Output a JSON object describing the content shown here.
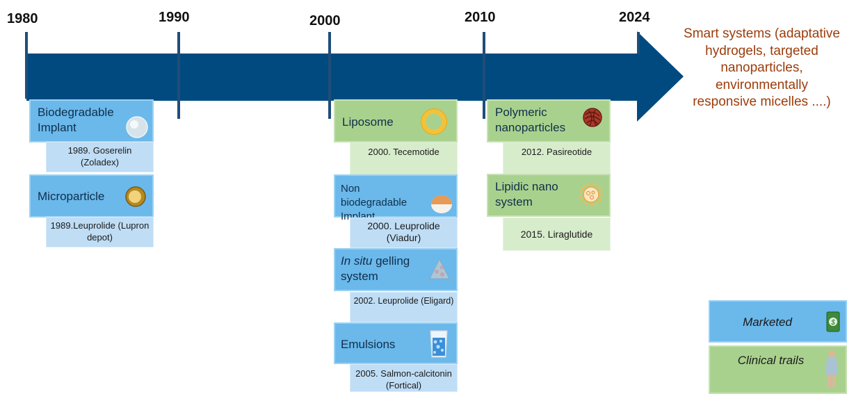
{
  "timeline": {
    "years": [
      "1980",
      "1990",
      "2000",
      "2010",
      "2024"
    ],
    "colors": {
      "arrow": "#004a80",
      "marketed": "#6bb8eb",
      "clinical": "#a9d18e"
    }
  },
  "items": [
    {
      "title": "Biodegradable Implant",
      "note": "1989. Goserelin (Zoladex)",
      "icon": "sphere-icon",
      "status": "marketed"
    },
    {
      "title": "Microparticle",
      "note": "1989.Leuprolide (Lupron depot)",
      "icon": "microparticle-icon",
      "status": "marketed"
    },
    {
      "title": "Liposome",
      "note": "2000. Tecemotide",
      "icon": "ring-icon",
      "status": "clinical"
    },
    {
      "title": "Non biodegradable Implant",
      "note": "2000. Leuprolide (Viadur)",
      "icon": "implant-icon",
      "status": "marketed"
    },
    {
      "title_italic": "In situ",
      "title_rest": " gelling system",
      "note": "2002.  Leuprolide (Eligard)",
      "icon": "gel-icon",
      "status": "marketed"
    },
    {
      "title": "Emulsions",
      "note": "2005. Salmon-calcitonin (Fortical)",
      "icon": "beaker-icon",
      "status": "marketed"
    },
    {
      "title": "Polymeric nanoparticles",
      "note": "2012. Pasireotide",
      "icon": "polymer-ball-icon",
      "status": "clinical"
    },
    {
      "title": "Lipidic nano system",
      "note": "2015. Liraglutide",
      "icon": "lipid-nanoparticle-icon",
      "status": "clinical"
    }
  ],
  "future": "Smart systems (adaptative hydrogels, targeted nanoparticles, environmentally responsive micelles ....)",
  "legend": {
    "marketed": "Marketed",
    "clinical": "Clinical trails",
    "marketed_icon": "banknote-icon",
    "clinical_icon": "patient-icon"
  }
}
